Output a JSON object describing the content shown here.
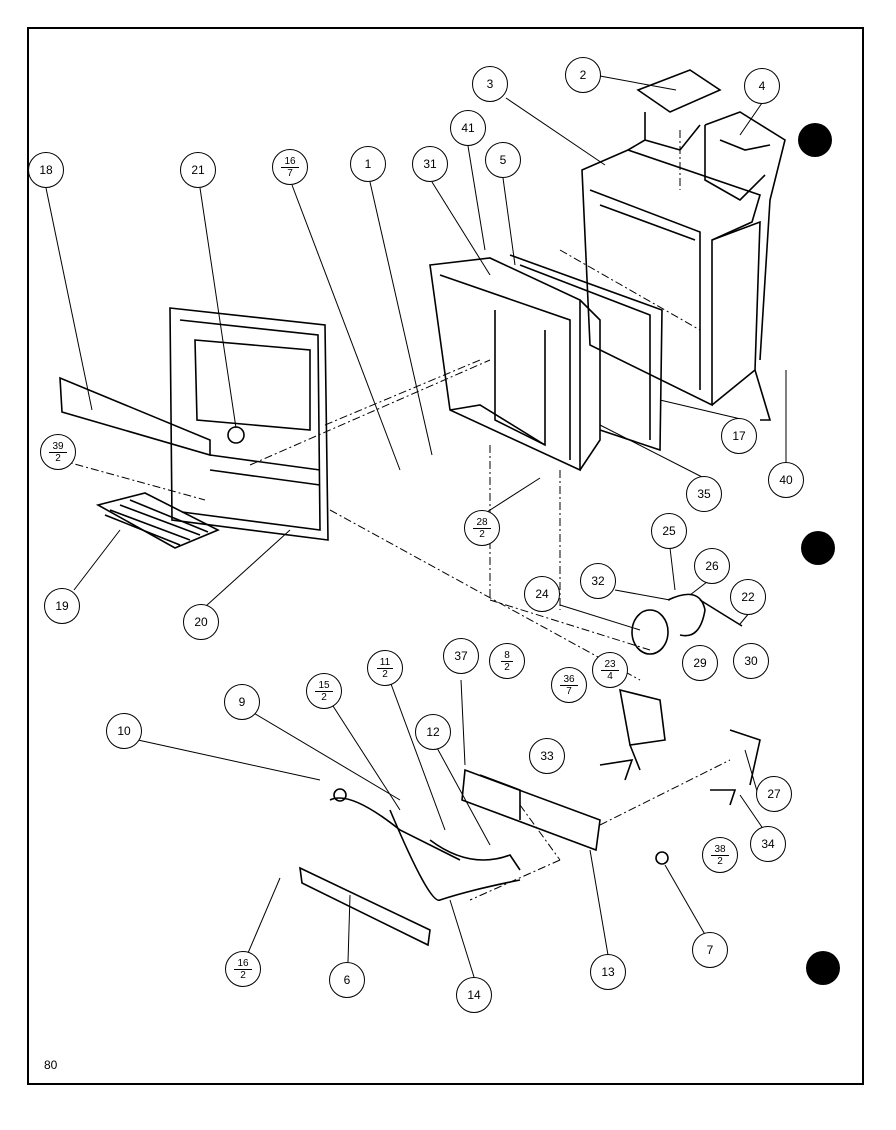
{
  "page_number": "80",
  "callouts": [
    {
      "id": "c18",
      "num": "18",
      "den": ""
    },
    {
      "id": "c21",
      "num": "21",
      "den": ""
    },
    {
      "id": "c16-7",
      "num": "16",
      "den": "7"
    },
    {
      "id": "c1",
      "num": "1",
      "den": ""
    },
    {
      "id": "c31",
      "num": "31",
      "den": ""
    },
    {
      "id": "c41",
      "num": "41",
      "den": ""
    },
    {
      "id": "c5",
      "num": "5",
      "den": ""
    },
    {
      "id": "c3",
      "num": "3",
      "den": ""
    },
    {
      "id": "c2",
      "num": "2",
      "den": ""
    },
    {
      "id": "c4",
      "num": "4",
      "den": ""
    },
    {
      "id": "c39-2",
      "num": "39",
      "den": "2"
    },
    {
      "id": "c19",
      "num": "19",
      "den": ""
    },
    {
      "id": "c20",
      "num": "20",
      "den": ""
    },
    {
      "id": "c28-2",
      "num": "28",
      "den": "2"
    },
    {
      "id": "c35",
      "num": "35",
      "den": ""
    },
    {
      "id": "c17",
      "num": "17",
      "den": ""
    },
    {
      "id": "c40",
      "num": "40",
      "den": ""
    },
    {
      "id": "c25",
      "num": "25",
      "den": ""
    },
    {
      "id": "c26",
      "num": "26",
      "den": ""
    },
    {
      "id": "c32",
      "num": "32",
      "den": ""
    },
    {
      "id": "c24",
      "num": "24",
      "den": ""
    },
    {
      "id": "c22",
      "num": "22",
      "den": ""
    },
    {
      "id": "c29",
      "num": "29",
      "den": ""
    },
    {
      "id": "c30",
      "num": "30",
      "den": ""
    },
    {
      "id": "c9",
      "num": "9",
      "den": ""
    },
    {
      "id": "c15-2",
      "num": "15",
      "den": "2"
    },
    {
      "id": "c11-2",
      "num": "11",
      "den": "2"
    },
    {
      "id": "c37",
      "num": "37",
      "den": ""
    },
    {
      "id": "c8-2",
      "num": "8",
      "den": "2"
    },
    {
      "id": "c36-7",
      "num": "36",
      "den": "7"
    },
    {
      "id": "c23-4",
      "num": "23",
      "den": "4"
    },
    {
      "id": "c10",
      "num": "10",
      "den": ""
    },
    {
      "id": "c12",
      "num": "12",
      "den": ""
    },
    {
      "id": "c33",
      "num": "33",
      "den": ""
    },
    {
      "id": "c27",
      "num": "27",
      "den": ""
    },
    {
      "id": "c38-2",
      "num": "38",
      "den": "2"
    },
    {
      "id": "c34",
      "num": "34",
      "den": ""
    },
    {
      "id": "c7",
      "num": "7",
      "den": ""
    },
    {
      "id": "c13",
      "num": "13",
      "den": ""
    },
    {
      "id": "c16-2",
      "num": "16",
      "den": "2"
    },
    {
      "id": "c6",
      "num": "6",
      "den": ""
    },
    {
      "id": "c14",
      "num": "14",
      "den": ""
    }
  ]
}
